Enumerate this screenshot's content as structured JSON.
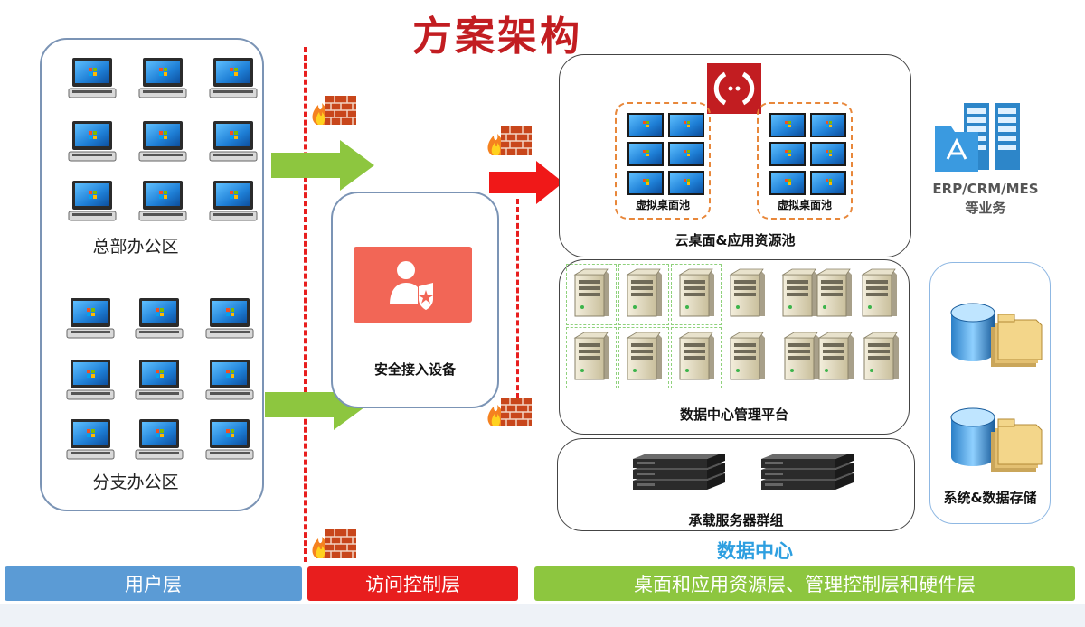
{
  "title": "方案架构",
  "labels": {
    "hq_office": "总部办公区",
    "branch_office": "分支办公区",
    "secure_access": "安全接入设备",
    "vdi_pool_1": "虚拟桌面池",
    "vdi_pool_2": "虚拟桌面池",
    "cloud_desktop": "云桌面&应用资源池",
    "erp_line1": "ERP/CRM/MES",
    "erp_line2": "等业务",
    "dc_mgmt": "数据中心管理平台",
    "server_group": "承载服务器群组",
    "storage": "系统&数据存储",
    "datacenter": "数据中心"
  },
  "layers": {
    "user": "用户层",
    "access": "访问控制层",
    "resource": "桌面和应用资源层、管理控制层和硬件层"
  },
  "icons": {
    "computer": "desktop-computer-icon",
    "firewall": "firewall-icon",
    "security": "security-guard-icon",
    "brand": "cloud-desktop-logo-icon",
    "server": "server-tower-icon",
    "rack": "rack-server-icon",
    "database": "database-icon",
    "app_store": "app-folder-icon"
  },
  "colors": {
    "title": "#c21d21",
    "user_layer": "#5b9bd5",
    "access_layer": "#e81e1e",
    "resource_layer": "#8dc63f",
    "datacenter_text": "#2e9fe0",
    "arrow_green": "#8dc63f",
    "arrow_red": "#f01818"
  }
}
